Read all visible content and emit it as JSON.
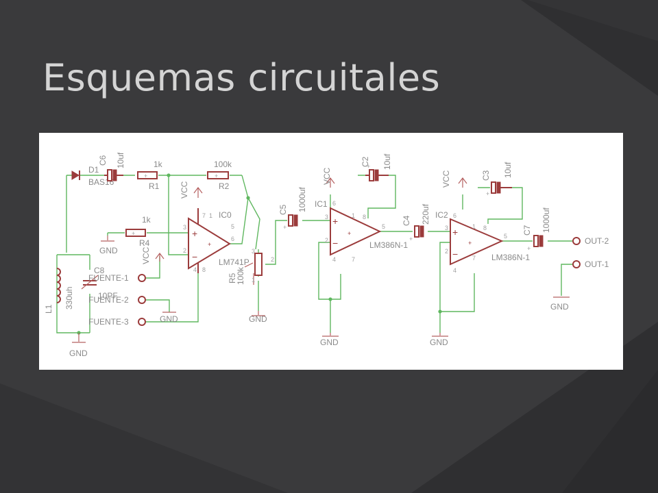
{
  "slide": {
    "title": "Esquemas circuitales"
  },
  "schematic": {
    "diode": {
      "name": "D1",
      "value": "BAS16"
    },
    "c6": {
      "name": "C6",
      "value": "10uf"
    },
    "r1": {
      "name": "R1",
      "value": "1k"
    },
    "r2": {
      "name": "R2",
      "value": "100k"
    },
    "r4": {
      "name": "R4",
      "value": "1k"
    },
    "r5": {
      "name": "R5",
      "value": "100k"
    },
    "c8": {
      "name": "C8",
      "value": "10PF"
    },
    "l1": {
      "name": "L1",
      "value": "330uh"
    },
    "c5": {
      "name": "C5",
      "value": "1000uf"
    },
    "c2": {
      "name": "C2",
      "value": "10uf"
    },
    "c4": {
      "name": "C4",
      "value": "220uf"
    },
    "c3": {
      "name": "C3",
      "value": "10uf"
    },
    "c7": {
      "name": "C7",
      "value": "1000uf"
    },
    "ic0": {
      "name": "IC0",
      "part": "LM741P"
    },
    "ic1": {
      "name": "IC1",
      "part": "LM386N-1"
    },
    "ic2": {
      "name": "IC2",
      "part": "LM386N-1"
    },
    "vcc": "VCC",
    "gnd": "GND",
    "fuente1": "FUENTE-1",
    "fuente2": "FUENTE-2",
    "fuente3": "FUENTE-3",
    "out2": "OUT-2",
    "out1": "OUT-1",
    "pins": {
      "p1": "1",
      "p2": "2",
      "p3": "3",
      "p4": "4",
      "p5": "5",
      "p6": "6",
      "p7": "7",
      "p8": "8"
    },
    "plus": "+",
    "minus": "−"
  }
}
